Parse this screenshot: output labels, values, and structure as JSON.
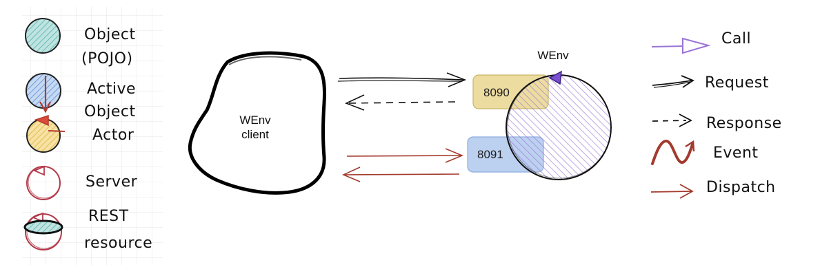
{
  "colors": {
    "object_fill": "#9fd3d0",
    "active_fill": "#a5c4e8",
    "actor_fill": "#f2d27a",
    "server_stroke": "#b33a4a",
    "call_color": "#9b74d6",
    "event_color": "#a33a2e",
    "port_8090_fill": "#ecdca0",
    "port_8091_fill": "#bcd0f0",
    "wenv_hatch": "#9b74d6"
  },
  "legend_left": [
    {
      "icon": "object-icon",
      "lines": [
        "Object",
        "(POJO)"
      ]
    },
    {
      "icon": "active-object-icon",
      "lines": [
        "Active",
        "Object"
      ]
    },
    {
      "icon": "actor-icon",
      "lines": [
        "Actor"
      ]
    },
    {
      "icon": "server-icon",
      "lines": [
        "Server"
      ]
    },
    {
      "icon": "rest-resource-icon",
      "lines": [
        "REST",
        "resource"
      ]
    }
  ],
  "diagram": {
    "client_label": [
      "WEnv",
      "client"
    ],
    "wenv_label": "WEnv",
    "port_8090": "8090",
    "port_8091": "8091"
  },
  "legend_right": [
    {
      "icon": "call-arrow-icon",
      "label": "Call"
    },
    {
      "icon": "request-arrow-icon",
      "label": "Request"
    },
    {
      "icon": "response-arrow-icon",
      "label": "Response"
    },
    {
      "icon": "event-arrow-icon",
      "label": "Event"
    },
    {
      "icon": "dispatch-arrow-icon",
      "label": "Dispatch"
    }
  ]
}
